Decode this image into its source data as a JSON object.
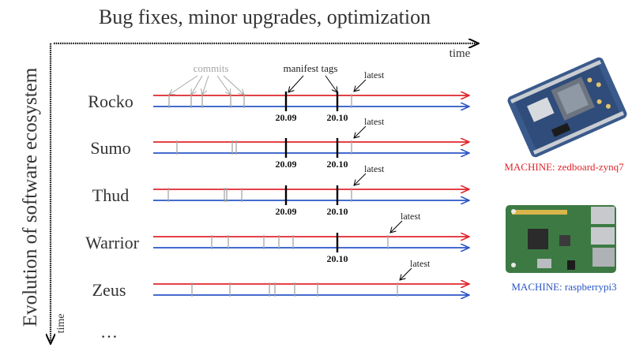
{
  "header": {
    "title": "Bug fixes, minor upgrades, optimization"
  },
  "axes": {
    "horizontal_label": "time",
    "vertical_title": "Evolution of software ecosystem",
    "vertical_label": "time"
  },
  "annotations": {
    "commits": "commits",
    "manifest_tags": "manifest tags",
    "latest": "latest"
  },
  "branches": [
    {
      "name": "Rocko",
      "tags": [
        "20.09",
        "20.10"
      ]
    },
    {
      "name": "Sumo",
      "tags": [
        "20.09",
        "20.10"
      ]
    },
    {
      "name": "Thud",
      "tags": [
        "20.09",
        "20.10"
      ]
    },
    {
      "name": "Warrior",
      "tags": [
        "20.10"
      ]
    },
    {
      "name": "Zeus",
      "tags": []
    }
  ],
  "ellipsis": "…",
  "machines": [
    {
      "label": "MACHINE: zedboard-zynq7",
      "color": "#e0242b",
      "icon": "zedboard-board-image"
    },
    {
      "label": "MACHINE: raspberrypi3",
      "color": "#2a56c6",
      "icon": "raspberrypi-board-image"
    }
  ],
  "colors": {
    "red_line": "#e0242b",
    "blue_line": "#2a56c6",
    "commit": "#a6a6a6",
    "tag": "#000000"
  }
}
